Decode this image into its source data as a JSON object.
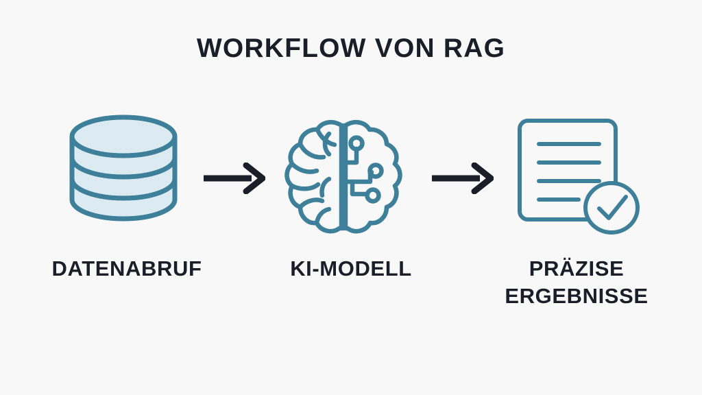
{
  "page": {
    "title": "WORKFLOW VON RAG",
    "background_color": "#F8F8F8",
    "text_color": "#191E28",
    "accent_color": "#3E7F9A",
    "icon_fill_color": "#DCEBF2",
    "arrow_color": "#191E28"
  },
  "diagram": {
    "type": "process-flow",
    "direction": "left-to-right",
    "steps": [
      {
        "index": 1,
        "label": "DATENABRUF",
        "icon": "database-icon",
        "icon_description": "stacked database cylinder"
      },
      {
        "index": 2,
        "label": "KI-MODELL",
        "icon": "ai-brain-icon",
        "icon_description": "brain with circuit traces on right hemisphere"
      },
      {
        "index": 3,
        "label_line1": "PRÄZISE",
        "label_line2": "ERGEBNISSE",
        "icon": "document-check-icon",
        "icon_description": "document with text lines and check circle"
      }
    ],
    "connectors": [
      {
        "index": 1,
        "icon": "arrow-right-icon",
        "from": "DATENABRUF",
        "to": "KI-MODELL"
      },
      {
        "index": 2,
        "icon": "arrow-right-icon",
        "from": "KI-MODELL",
        "to": "PRÄZISE ERGEBNISSE"
      }
    ]
  }
}
